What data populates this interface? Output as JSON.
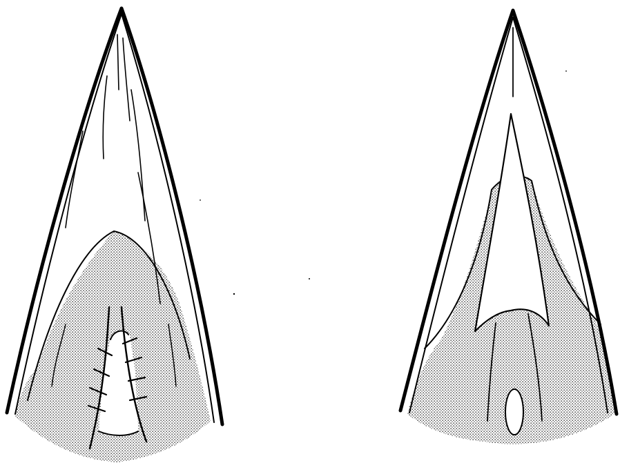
{
  "figure": {
    "panels": [
      {
        "id": "left",
        "shading": "stippled",
        "features": [
          "outer-outline",
          "inner-outline",
          "tip-streaks",
          "shaded-dome",
          "central-incision",
          "sutures"
        ]
      },
      {
        "id": "right",
        "shading": "stippled",
        "features": [
          "outer-outline",
          "inner-outline",
          "midline",
          "white-flap",
          "divider-lines",
          "oval-opening"
        ]
      }
    ],
    "colors": {
      "ink": "#000000",
      "stipple": "#000000",
      "paper": "#ffffff"
    }
  }
}
